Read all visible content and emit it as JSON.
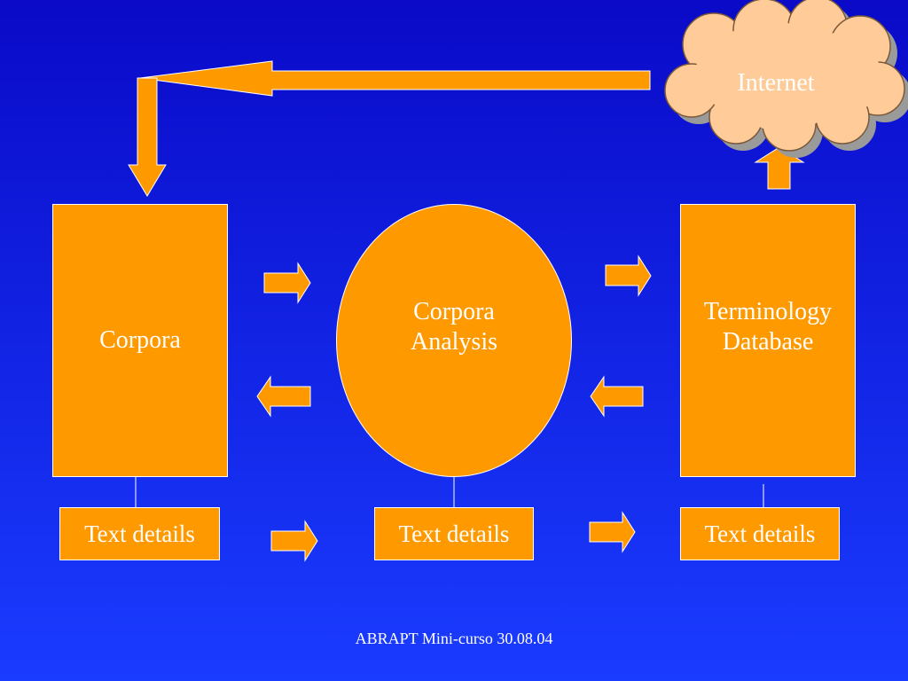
{
  "slide": {
    "background_top": "#0a0ac8",
    "background_bottom": "#1a3cff",
    "accent": "#ff9900",
    "cloud_fill": "#ffcc99",
    "footer": "ABRAPT Mini-curso 30.08.04"
  },
  "nodes": {
    "internet": "Internet",
    "corpora": "Corpora",
    "analysis": "Corpora\nAnalysis",
    "terminology": "Terminology\nDatabase"
  },
  "details": {
    "corpora": "Text details",
    "analysis": "Text details",
    "terminology": "Text details"
  }
}
